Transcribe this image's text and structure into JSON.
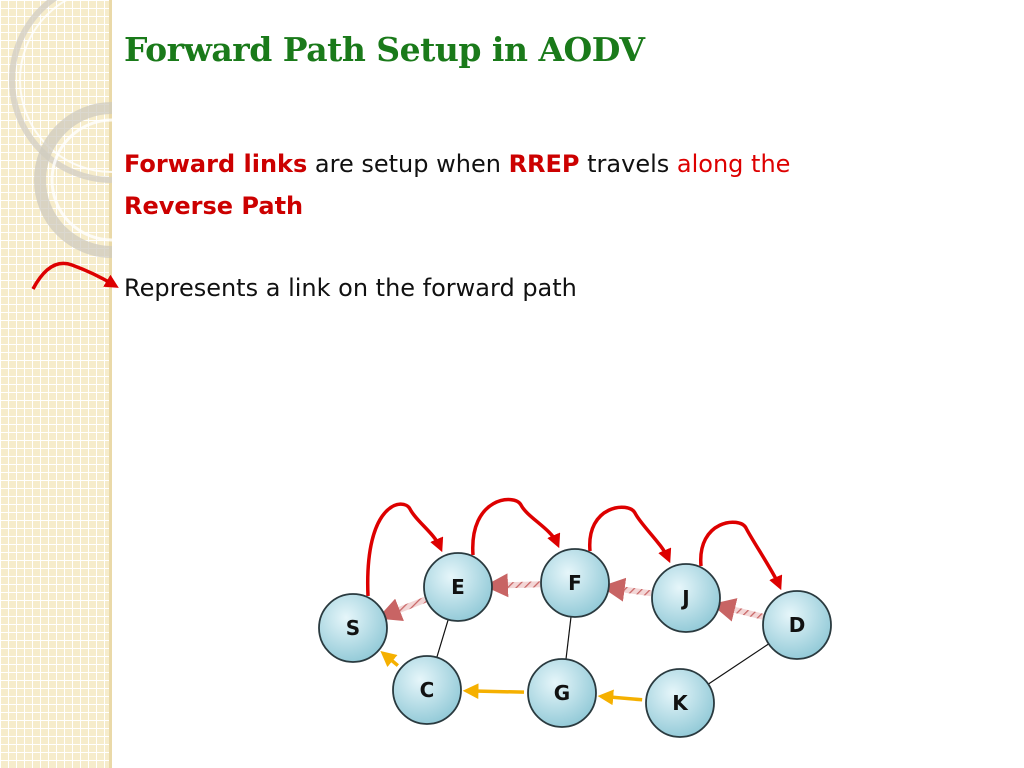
{
  "title": "Forward Path Setup in AODV",
  "text": {
    "forward_links": "Forward links",
    "are_setup_when": " are setup when ",
    "rrep": "RREP",
    "travels": " travels ",
    "along_the": "along the",
    "reverse_path": "Reverse Path",
    "legend": "Represents a link on the forward path"
  },
  "colors": {
    "title": "#1a7a1a",
    "highlight": "#cc0000",
    "forward_arrow": "#dd0000",
    "reverse_arrow": "#f5b000",
    "node_fill": "#bfe3ea",
    "reverse_link": "#c86464"
  },
  "nodes": [
    {
      "id": "S",
      "label": "S"
    },
    {
      "id": "E",
      "label": "E"
    },
    {
      "id": "F",
      "label": "F"
    },
    {
      "id": "J",
      "label": "J"
    },
    {
      "id": "D",
      "label": "D"
    },
    {
      "id": "C",
      "label": "C"
    },
    {
      "id": "G",
      "label": "G"
    },
    {
      "id": "K",
      "label": "K"
    }
  ],
  "links": [
    {
      "from": "E",
      "to": "C",
      "type": "plain"
    },
    {
      "from": "F",
      "to": "G",
      "type": "plain"
    },
    {
      "from": "K",
      "to": "D",
      "type": "plain"
    },
    {
      "from": "E",
      "to": "S",
      "type": "reverse"
    },
    {
      "from": "F",
      "to": "E",
      "type": "reverse"
    },
    {
      "from": "J",
      "to": "F",
      "type": "reverse"
    },
    {
      "from": "D",
      "to": "J",
      "type": "reverse"
    },
    {
      "from": "S",
      "to": "E",
      "type": "forward"
    },
    {
      "from": "E",
      "to": "F",
      "type": "forward"
    },
    {
      "from": "F",
      "to": "J",
      "type": "forward"
    },
    {
      "from": "J",
      "to": "D",
      "type": "forward"
    },
    {
      "from": "C",
      "to": "S",
      "type": "rreq"
    },
    {
      "from": "G",
      "to": "C",
      "type": "rreq"
    },
    {
      "from": "K",
      "to": "G",
      "type": "rreq"
    }
  ]
}
